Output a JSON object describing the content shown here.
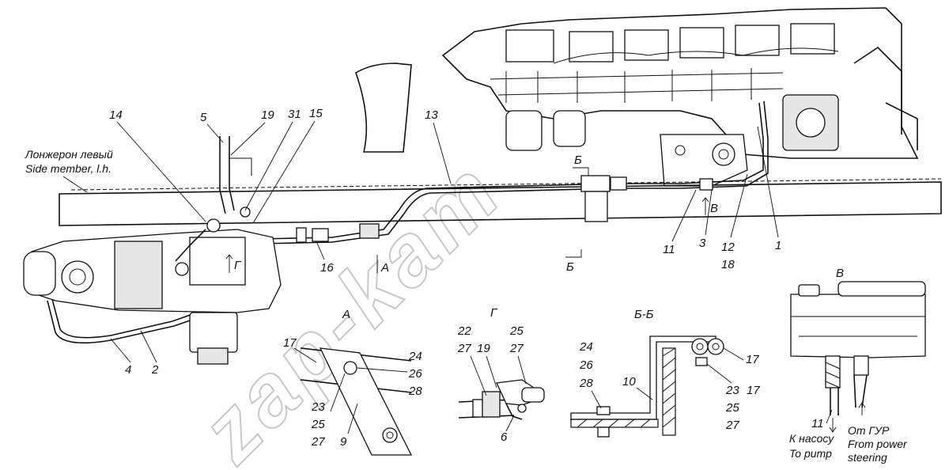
{
  "watermark": "zap-kam",
  "frame_labels": {
    "side_member_ru": "Лонжерон левый",
    "side_member_en": "Side member, l.h."
  },
  "main_callouts": [
    "14",
    "5",
    "19",
    "31",
    "15",
    "13",
    "Б",
    "11",
    "3",
    "12",
    "18",
    "1",
    "16",
    "А",
    "Б",
    "Г",
    "В",
    "4",
    "2"
  ],
  "views": {
    "a": {
      "title": "А",
      "callouts": [
        "17",
        "24",
        "26",
        "28",
        "23",
        "25",
        "27",
        "9"
      ]
    },
    "g": {
      "title": "Г",
      "callouts": [
        "22",
        "27",
        "19",
        "25",
        "27",
        "6"
      ]
    },
    "bb": {
      "title": "Б-Б",
      "callouts": [
        "24",
        "26",
        "28",
        "10",
        "17",
        "23",
        "17",
        "25",
        "27"
      ]
    },
    "v": {
      "title": "В",
      "callouts": [
        "11"
      ]
    }
  },
  "reservoir_labels": {
    "to_pump_ru": "К насосу",
    "to_pump_en": "To pump",
    "from_ps_ru": "От ГУР",
    "from_ps_en1": "From power",
    "from_ps_en2": "steering"
  }
}
